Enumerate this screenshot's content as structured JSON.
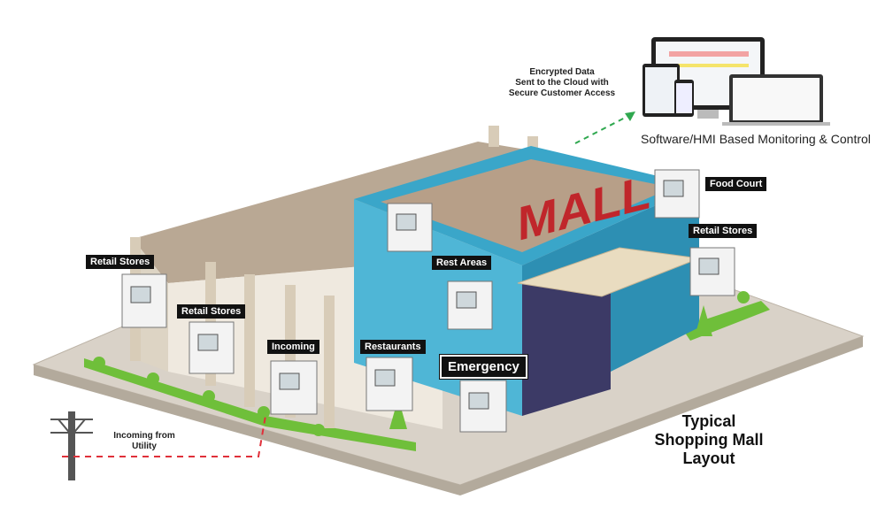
{
  "title": "Typical Shopping Mall Layout",
  "title_lines": [
    "Typical",
    "Shopping Mall",
    "Layout"
  ],
  "cloud_note": [
    "Encrypted Data",
    "Sent to the Cloud with",
    "Secure Customer Access"
  ],
  "hmi_label": "Software/HMI Based Monitoring & Control",
  "utility_note": [
    "Incoming from",
    "Utility"
  ],
  "building_sign": "MALL",
  "meter_labels": {
    "food_court": "Food Court",
    "retail_stores_right": "Retail Stores",
    "rest_areas": "Rest Areas",
    "retail_stores_left_top": "Retail Stores",
    "retail_stores_left_mid": "Retail Stores",
    "incoming": "Incoming",
    "restaurants": "Restaurants",
    "emergency": "Emergency"
  },
  "colors": {
    "mall_blue": "#3aa6c9",
    "sign_red": "#c0262b",
    "roof_tan": "#b9a894",
    "lawn": "#6fbf3a",
    "link_green": "#2fa84f",
    "utility_red": "#e0303a"
  }
}
